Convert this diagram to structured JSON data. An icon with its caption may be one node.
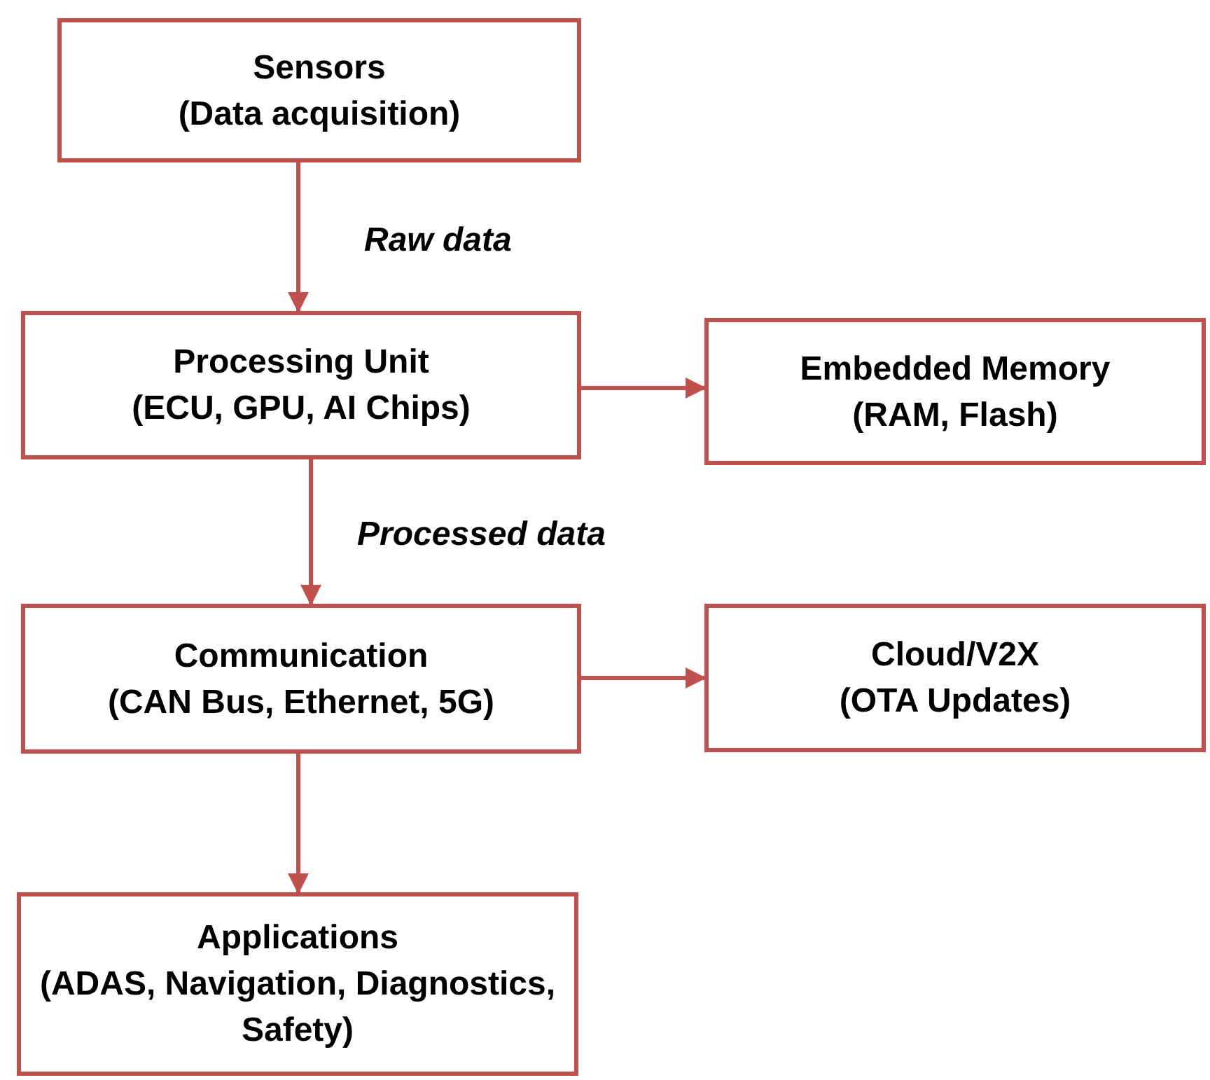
{
  "diagram": {
    "nodes": [
      {
        "text": [
          "Sensors",
          "(Data acquisition)"
        ]
      },
      {
        "text": [
          "Processing Unit",
          "(ECU, GPU, AI Chips)"
        ]
      },
      {
        "text": [
          "Embedded Memory",
          "(RAM, Flash)"
        ]
      },
      {
        "text": [
          "Communication",
          "(CAN Bus, Ethernet, 5G)"
        ]
      },
      {
        "text": [
          "Cloud/V2X",
          "(OTA Updates)"
        ]
      },
      {
        "text": [
          "Applications",
          "(ADAS, Navigation, Diagnostics, Safety)"
        ]
      }
    ],
    "edges": [
      {
        "from": 0,
        "to": 1,
        "arrow": "to",
        "label": "Raw data"
      },
      {
        "from": 1,
        "to": 2,
        "arrow": "to"
      },
      {
        "from": 1,
        "to": 3,
        "arrow": "to",
        "label": "Processed data"
      },
      {
        "from": 3,
        "to": 4,
        "arrow": "to"
      },
      {
        "from": 3,
        "to": 5,
        "arrow": "to"
      }
    ]
  }
}
